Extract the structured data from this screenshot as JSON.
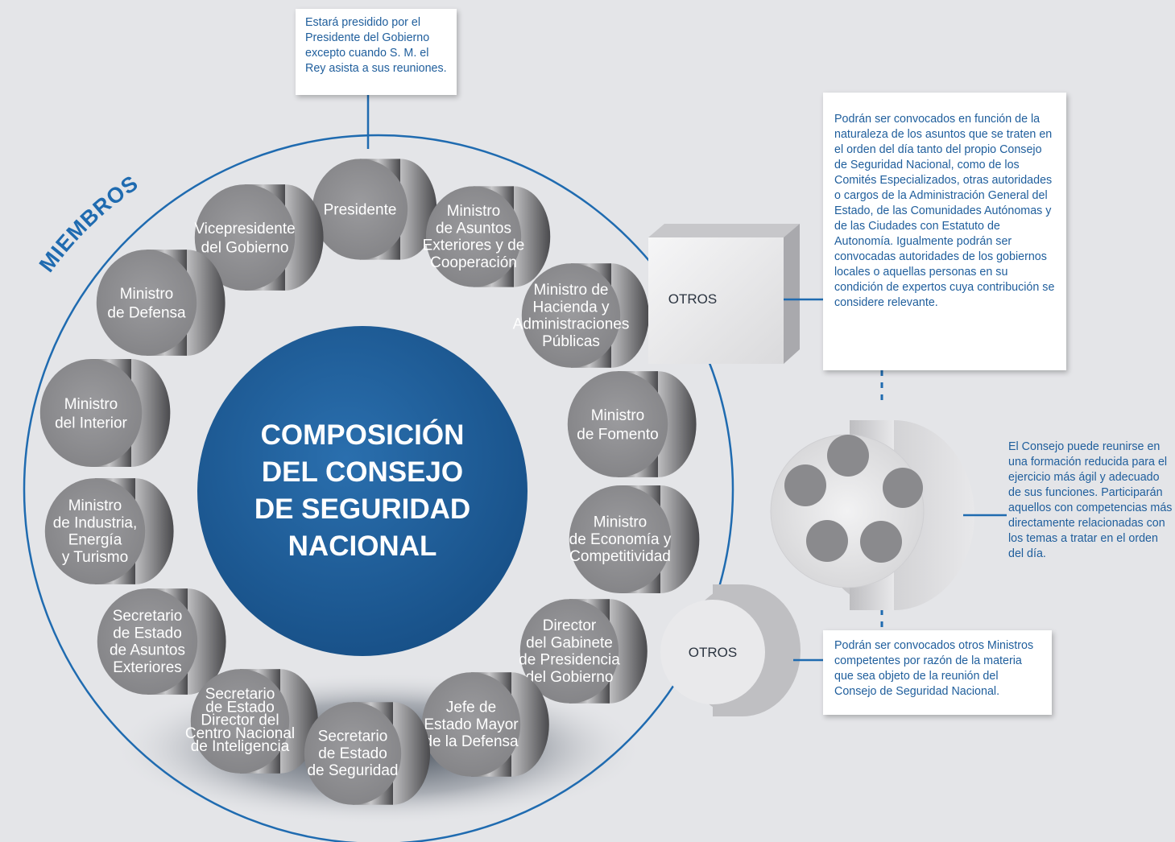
{
  "title": {
    "lines": [
      "COMPOSICIÓN",
      "DEL CONSEJO",
      "DE SEGURIDAD",
      "NACIONAL"
    ]
  },
  "members_label": "MIEMBROS",
  "members": [
    {
      "key": "presidente",
      "lines": [
        "Presidente"
      ]
    },
    {
      "key": "ministro-asuntos-exteriores",
      "lines": [
        "Ministro",
        "de Asuntos",
        "Exteriores y de",
        "Cooperación"
      ]
    },
    {
      "key": "ministro-hacienda",
      "lines": [
        "Ministro de",
        "Hacienda y",
        "Administraciones",
        "Públicas"
      ]
    },
    {
      "key": "ministro-fomento",
      "lines": [
        "Ministro",
        "de Fomento"
      ]
    },
    {
      "key": "ministro-economia",
      "lines": [
        "Ministro",
        "de Economía y",
        "Competitividad"
      ]
    },
    {
      "key": "director-gabinete",
      "lines": [
        "Director",
        "del Gabinete",
        "de Presidencia",
        "del Gobierno"
      ]
    },
    {
      "key": "jefe-estado-mayor",
      "lines": [
        "Jefe de",
        "Estado Mayor",
        "de la Defensa"
      ]
    },
    {
      "key": "secretario-seguridad",
      "lines": [
        "Secretario",
        "de Estado",
        "de Seguridad"
      ]
    },
    {
      "key": "secretario-cni",
      "lines": [
        "Secretario",
        "de Estado",
        "Director del",
        "Centro Nacional",
        "de Inteligencia"
      ]
    },
    {
      "key": "secretario-asuntos-exteriores",
      "lines": [
        "Secretario",
        "de Estado",
        "de Asuntos",
        "Exteriores"
      ]
    },
    {
      "key": "ministro-industria",
      "lines": [
        "Ministro",
        "de Industria,",
        "Energía",
        "y Turismo"
      ]
    },
    {
      "key": "ministro-interior",
      "lines": [
        "Ministro",
        "del Interior"
      ]
    },
    {
      "key": "ministro-defensa",
      "lines": [
        "Ministro",
        "de Defensa"
      ]
    },
    {
      "key": "vicepresidente",
      "lines": [
        "Vicepresidente",
        "del Gobierno"
      ]
    }
  ],
  "top_note": "Estará presidido por el Presidente del Gobierno excepto cuando S. M. el Rey asista a sus reuniones.",
  "otros_box": {
    "label": "OTROS",
    "note": "Podrán ser convocados en función de la naturaleza de los asuntos que se traten en el orden del día tanto del propio Consejo de Seguridad Nacional, como de los Comités Especializados, otras autoridades o cargos de la Administración General del Estado, de las Comunidades Autónomas y de las Ciudades con Estatuto de Autonomía. Igualmente podrán ser convocadas autoridades de los gobiernos locales o aquellas personas en su condición de expertos cuya contribución se considere relevante."
  },
  "reduced_note": "El Consejo puede reunirse en una formación reducida para el ejercicio más ágil y adecuado de sus funciones. Participarán aquellos con competencias más directamente relacionadas con los temas a tratar en el orden del día.",
  "otros_cylinder": {
    "label": "OTROS",
    "note": "Podrán ser convocados otros Ministros competentes por razón de la materia que sea objeto de la reunión del Consejo de Seguridad Nacional."
  },
  "colors": {
    "background": "#e4e5e8",
    "hub_blue": "#1d5f9a",
    "accent_blue": "#1f6bb0",
    "note_text": "#1f5e9c",
    "cylinder_grey": "#8c8c8c"
  }
}
